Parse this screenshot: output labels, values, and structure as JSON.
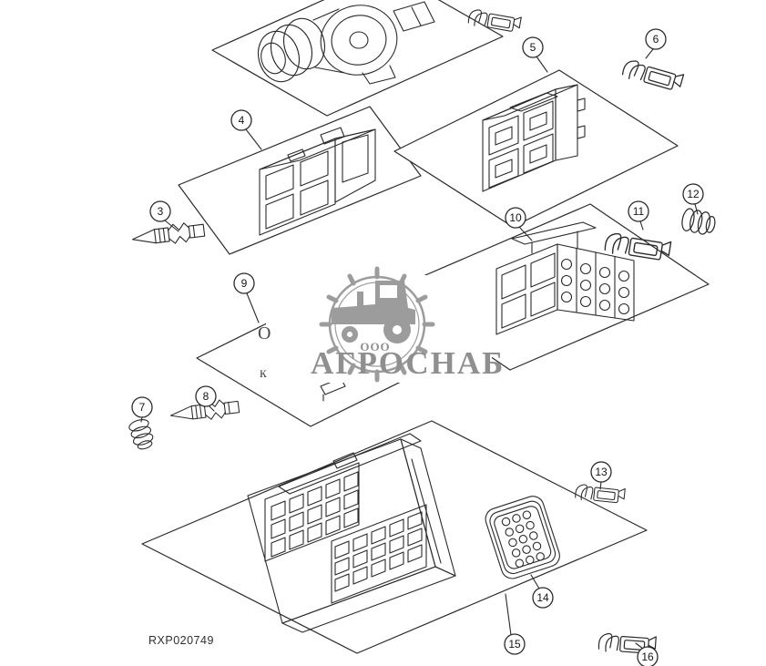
{
  "drawing": {
    "code": "RXP020749"
  },
  "callouts": {
    "c3": "3",
    "c4": "4",
    "c5": "5",
    "c6": "6",
    "c7": "7",
    "c8": "8",
    "c9": "9",
    "c10": "10",
    "c11": "11",
    "c12": "12",
    "c13": "13",
    "c14": "14",
    "c15": "15",
    "c16": "16"
  },
  "watermark": {
    "org_type": "ООО",
    "org_name": "АГРОСНАБ",
    "color": "#9c9c9c"
  },
  "obscured_text": {
    "top": "О",
    "bottom": "к"
  },
  "line_color": "#2a2a2a"
}
